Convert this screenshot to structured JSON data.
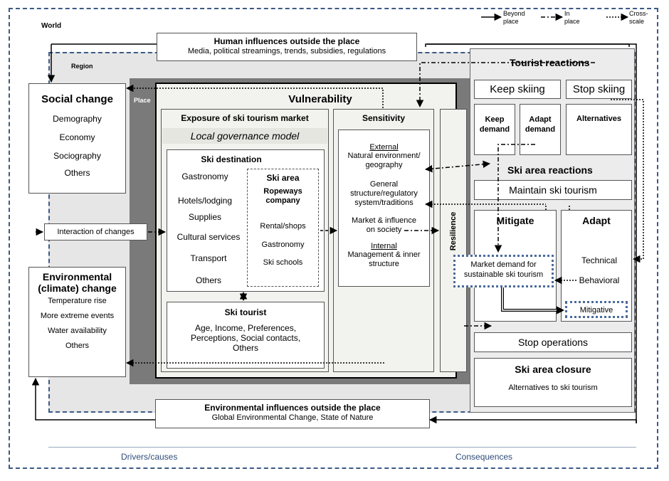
{
  "legend": {
    "beyond": "Beyond\nplace",
    "in": "In\nplace",
    "cross": "Cross-\nscale"
  },
  "world_label": "World",
  "region_label": "Region",
  "place_label": "Place",
  "human_influences": {
    "title": "Human influences outside the place",
    "text": "Media, political streamings, trends, subsidies, regulations"
  },
  "env_influences": {
    "title": "Environmental influences outside the place",
    "text": "Global Environmental Change, State of Nature"
  },
  "social_change": {
    "title": "Social change",
    "items": [
      "Demography",
      "Economy",
      "Sociography",
      "Others"
    ]
  },
  "interaction": "Interaction of changes",
  "env_change": {
    "title_line1": "Environmental",
    "title_line2": "(climate) change",
    "items": [
      "Temperature rise",
      "More extreme events",
      "Water availability",
      "Others"
    ]
  },
  "vulnerability": "Vulnerability",
  "exposure": "Exposure of ski tourism market",
  "local_gov": "Local governance model",
  "ski_destination": {
    "title": "Ski destination",
    "items": [
      "Gastronomy",
      "Hotels/lodging",
      "Supplies",
      "Cultural services",
      "Transport",
      "Others"
    ]
  },
  "ski_area": {
    "title": "Ski area",
    "company": "Ropeways\ncompany",
    "items": [
      "Rental/shops",
      "Gastronomy",
      "Ski schools"
    ]
  },
  "ski_tourist": {
    "title": "Ski tourist",
    "text": "Age, Income, Preferences,\nPerceptions, Social contacts,\nOthers"
  },
  "sensitivity": {
    "title": "Sensitivity",
    "external": "External",
    "external_text": "Natural environment/\ngeography",
    "general": "General\nstructure/regulatory\nsystem/traditions",
    "market": "Market & influence\non society",
    "internal": "Internal",
    "internal_text": "Management & inner\nstructure"
  },
  "resilience": "Resilience",
  "tourist_reactions": {
    "title": "Tourist reactions",
    "keep_skiing": "Keep skiing",
    "stop_skiing": "Stop skiing",
    "keep_demand": "Keep\ndemand",
    "adapt_demand": "Adapt\ndemand",
    "alternatives": "Alternatives"
  },
  "ski_area_reactions": {
    "title": "Ski area reactions",
    "maintain": "Maintain ski tourism",
    "mitigate": "Mitigate",
    "adapt": "Adapt",
    "technical": "Technical",
    "behavioral": "Behavioral",
    "mitigative": "Mitigative",
    "market_demand": "Market demand for\nsustainable ski tourism",
    "stop_operations": "Stop operations"
  },
  "closure": {
    "title": "Ski area closure",
    "text": "Alternatives to ski tourism"
  },
  "footer": {
    "drivers": "Drivers/causes",
    "consequences": "Consequences"
  },
  "colors": {
    "dashed_frame": "#3b5a86",
    "footer_text": "#2f4d7a",
    "region_fill": "#e6e6e6",
    "place_fill": "#7a7a7a",
    "vuln_fill": "#f2f2ee",
    "dotted_blue": "#4a6a9a"
  }
}
